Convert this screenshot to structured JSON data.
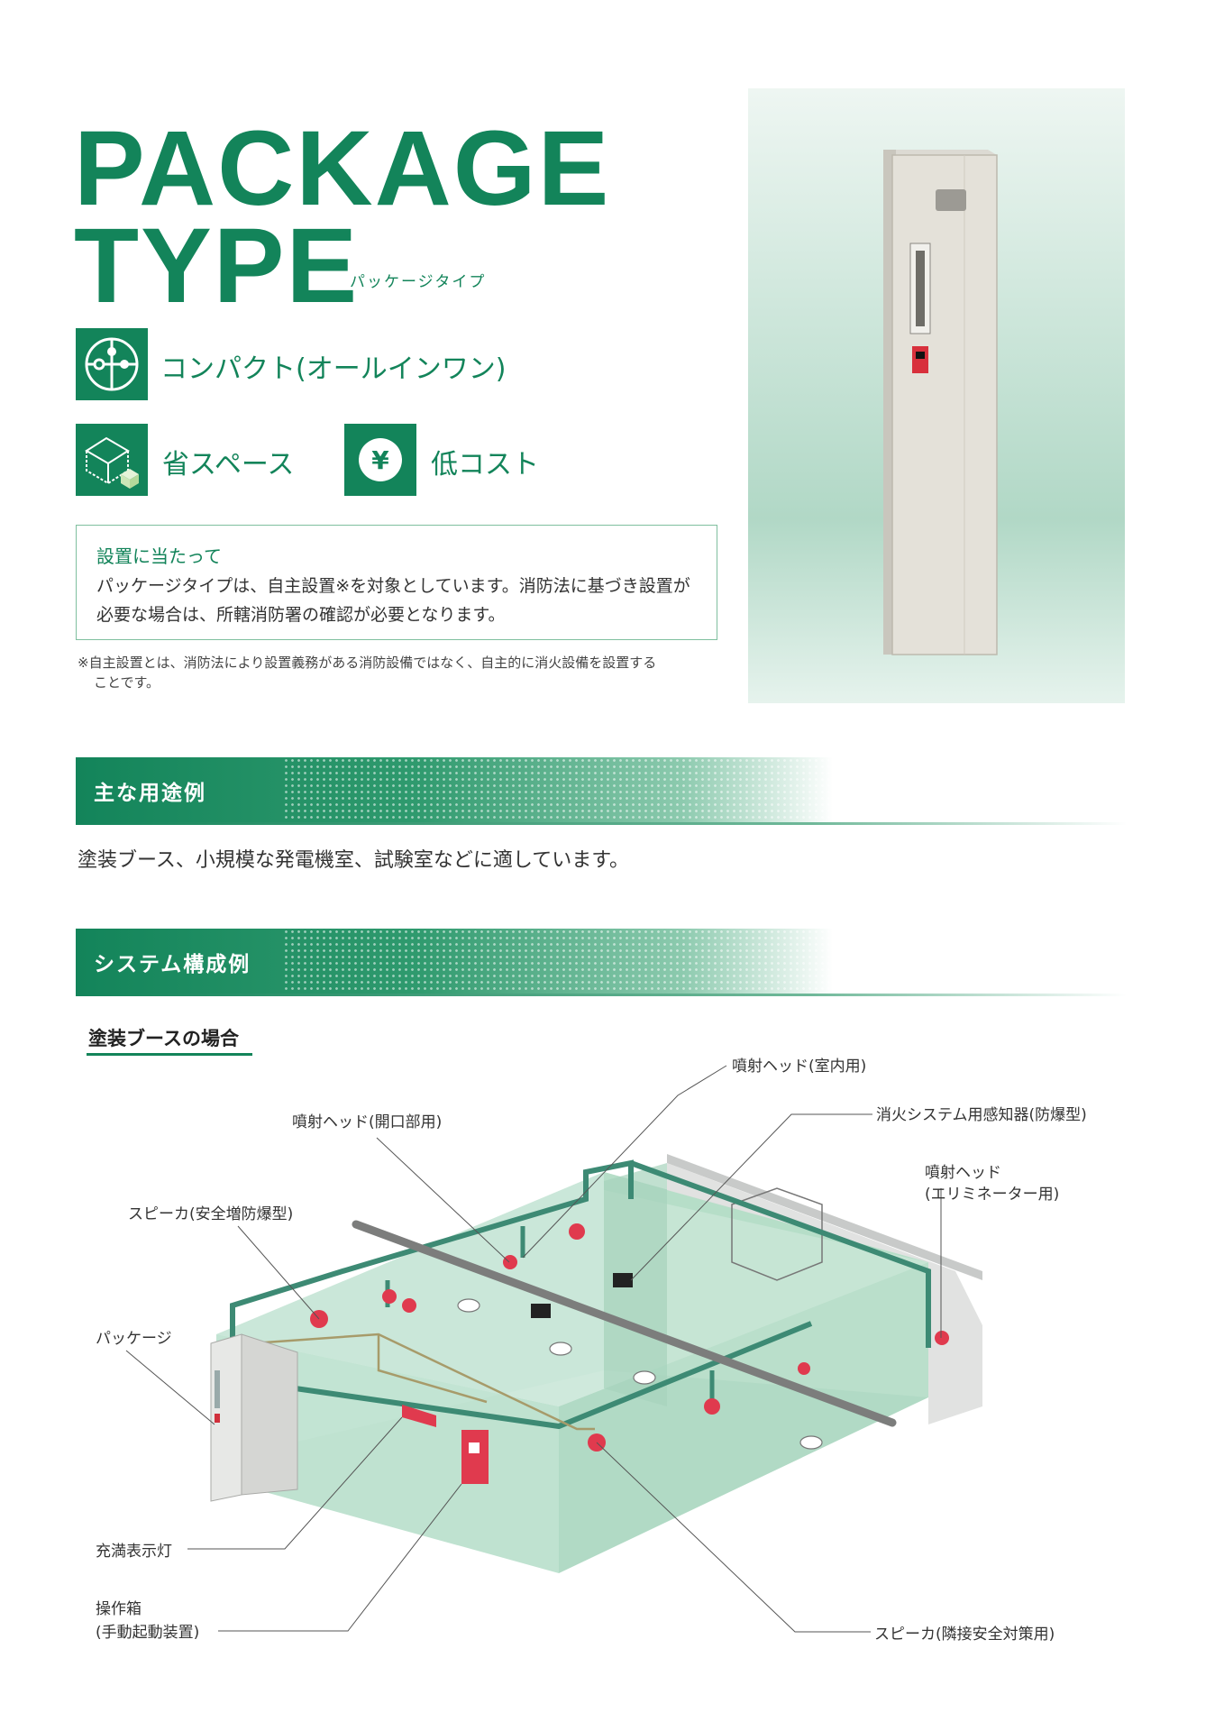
{
  "header": {
    "title_line1": "PACKAGE",
    "title_line2": "TYPE",
    "title_kana": "パッケージタイプ"
  },
  "features": [
    {
      "icon": "puzzle-icon",
      "label": "コンパクト(オールインワン)"
    },
    {
      "icon": "space-saving-box-icon",
      "label": "省スペース"
    },
    {
      "icon": "yen-icon",
      "label": "低コスト"
    }
  ],
  "notice": {
    "title": "設置に当たって",
    "line1": "パッケージタイプは、自主設置※を対象としています。消防法に基づき設置が",
    "line2": "必要な場合は、所轄消防署の確認が必要となります。"
  },
  "footnote": {
    "line1": "※自主設置とは、消防法により設置義務がある消防設備ではなく、自主的に消火設備を設置する",
    "line2": "ことです。"
  },
  "usage": {
    "heading": "主な用途例",
    "text": "塗装ブース、小規模な発電機室、試験室などに適しています。"
  },
  "system": {
    "heading": "システム構成例",
    "subheading": "塗装ブースの場合",
    "callouts": {
      "nozzle_room": "噴射ヘッド(室内用)",
      "detector": "消火システム用感知器(防爆型)",
      "nozzle_opening": "噴射ヘッド(開口部用)",
      "nozzle_eliminator_1": "噴射ヘッド",
      "nozzle_eliminator_2": "(エリミネーター用)",
      "speaker_ex": "スピーカ(安全増防爆型)",
      "package": "パッケージ",
      "indicator": "充満表示灯",
      "control_box_1": "操作箱",
      "control_box_2": "(手動起動装置)",
      "speaker_adjacent": "スピーカ(隣接安全対策用)"
    }
  },
  "colors": {
    "brand_green": "#13845a",
    "alarm_red": "#e03a4e"
  }
}
